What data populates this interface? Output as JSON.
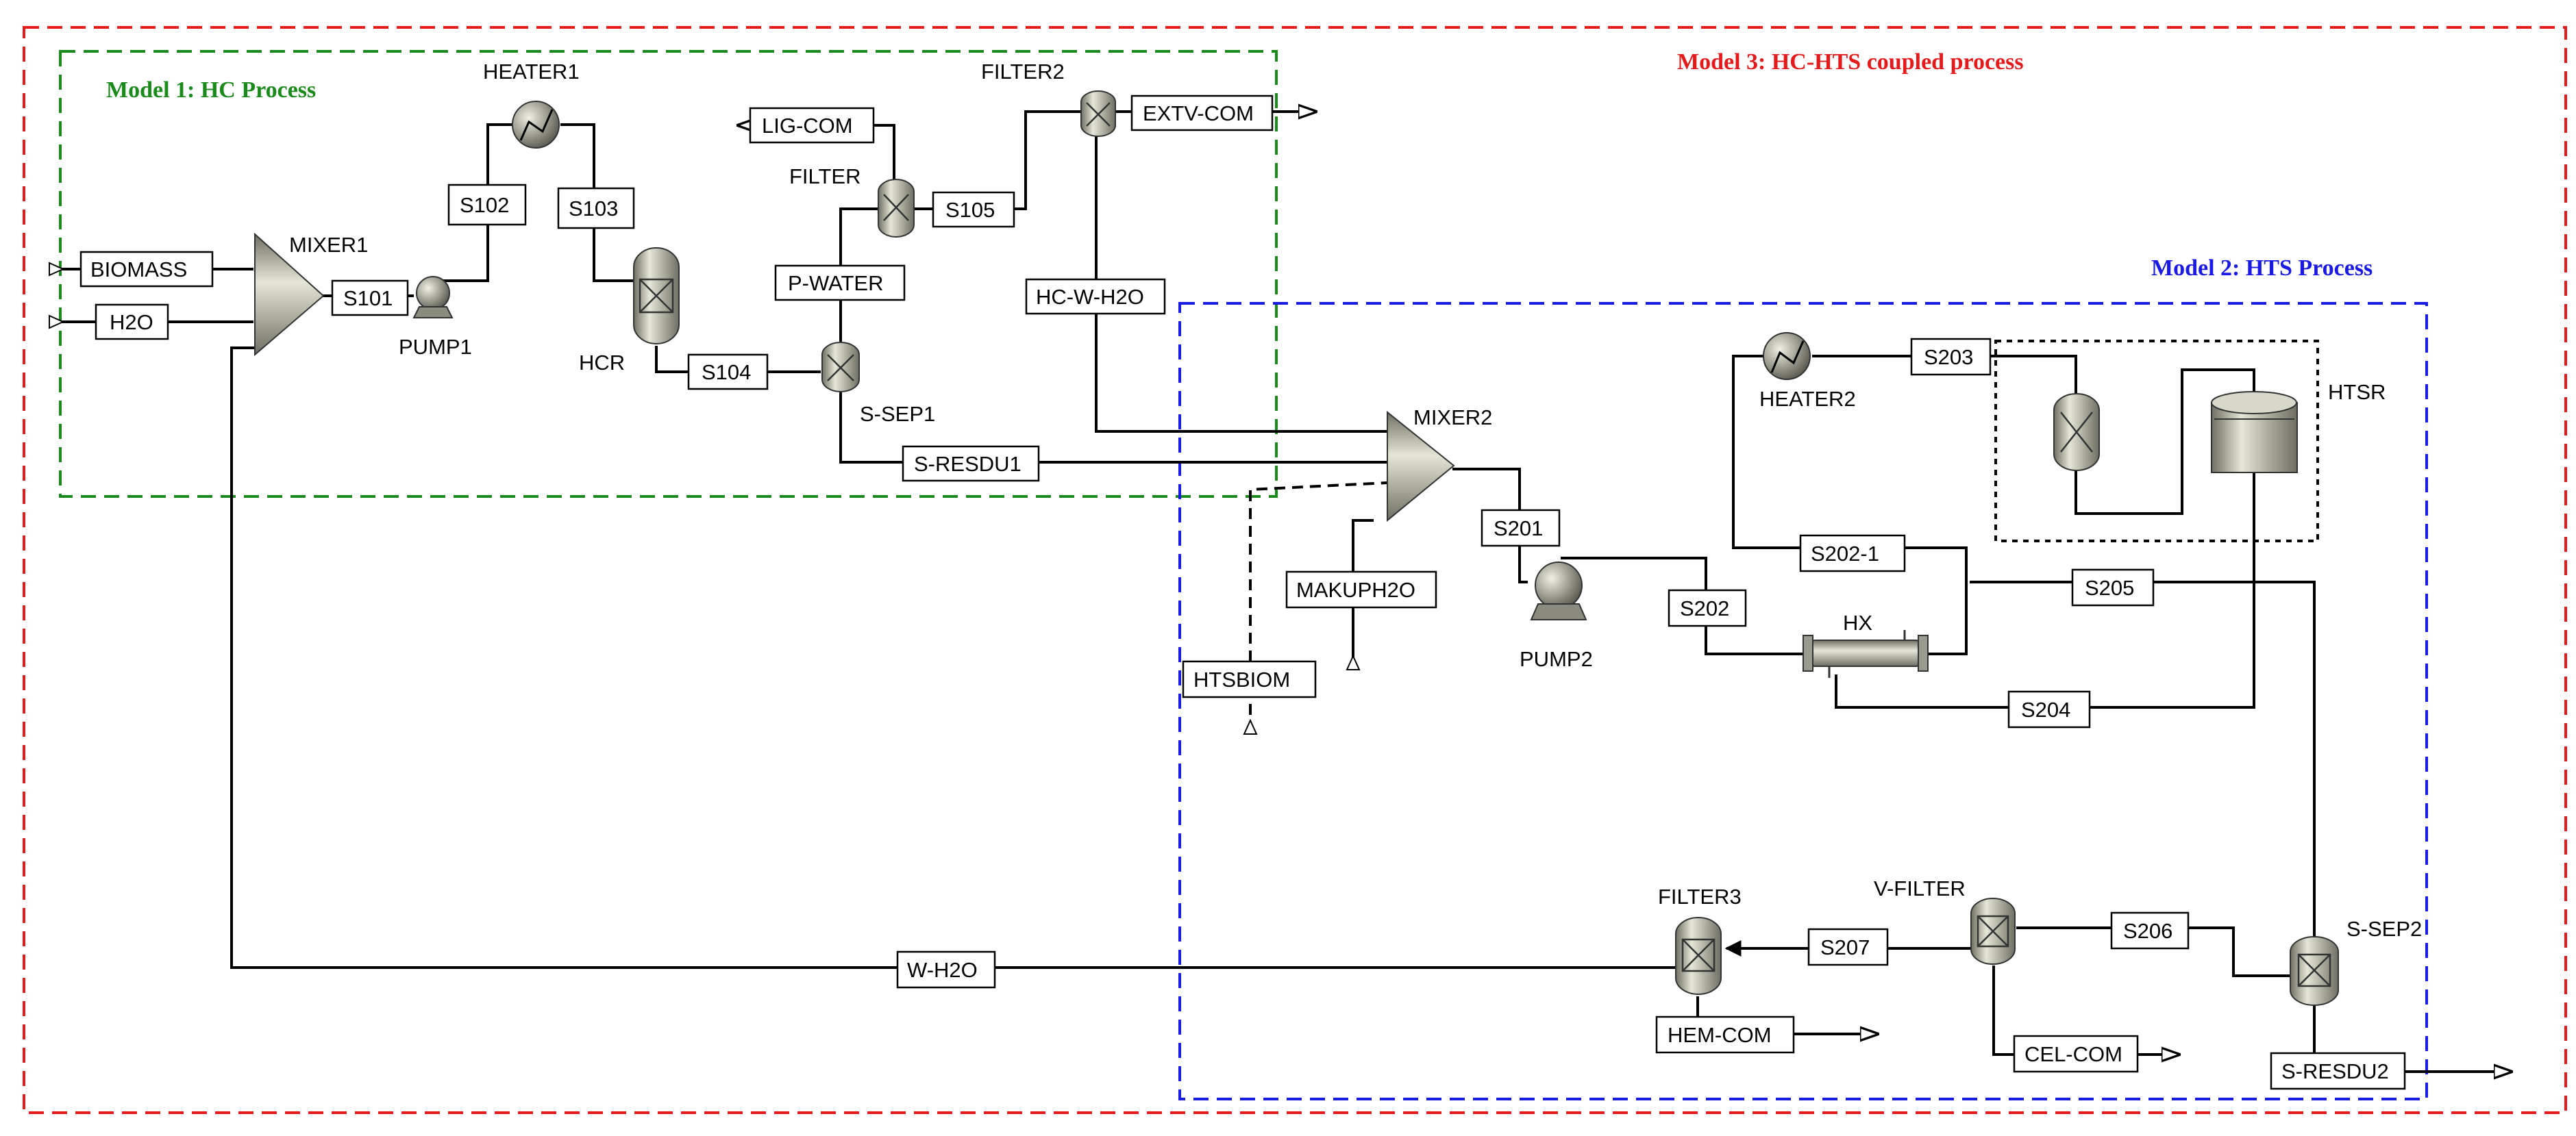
{
  "models": {
    "m1": {
      "title": "Model 1: HC Process",
      "color": "#1a8a1a"
    },
    "m2": {
      "title": "Model 2: HTS Process",
      "color": "#1a1ae6"
    },
    "m3": {
      "title": "Model 3: HC-HTS coupled process",
      "color": "#e61a1a"
    }
  },
  "blocks": {
    "mixer1": "MIXER1",
    "pump1": "PUMP1",
    "heater1": "HEATER1",
    "hcr": "HCR",
    "filter": "FILTER",
    "filter2": "FILTER2",
    "ssep1": "S-SEP1",
    "mixer2": "MIXER2",
    "pump2": "PUMP2",
    "hx": "HX",
    "heater2": "HEATER2",
    "htsr": "HTSR",
    "ssep2": "S-SEP2",
    "vfilter": "V-FILTER",
    "filter3": "FILTER3"
  },
  "streams": {
    "biomass": "BIOMASS",
    "h2o": "H2O",
    "s101": "S101",
    "s102": "S102",
    "s103": "S103",
    "s104": "S104",
    "s105": "S105",
    "ligcom": "LIG-COM",
    "extvcom": "EXTV-COM",
    "pwater": "P-WATER",
    "hcwh2o": "HC-W-H2O",
    "sresdu1": "S-RESDU1",
    "makuph2o": "MAKUPH2O",
    "htsbiom": "HTSBIOM",
    "s201": "S201",
    "s202": "S202",
    "s2021": "S202-1",
    "s203": "S203",
    "s204": "S204",
    "s205": "S205",
    "s206": "S206",
    "s207": "S207",
    "wh2o": "W-H2O",
    "hemcom": "HEM-COM",
    "celcom": "CEL-COM",
    "sresdu2": "S-RESDU2"
  }
}
